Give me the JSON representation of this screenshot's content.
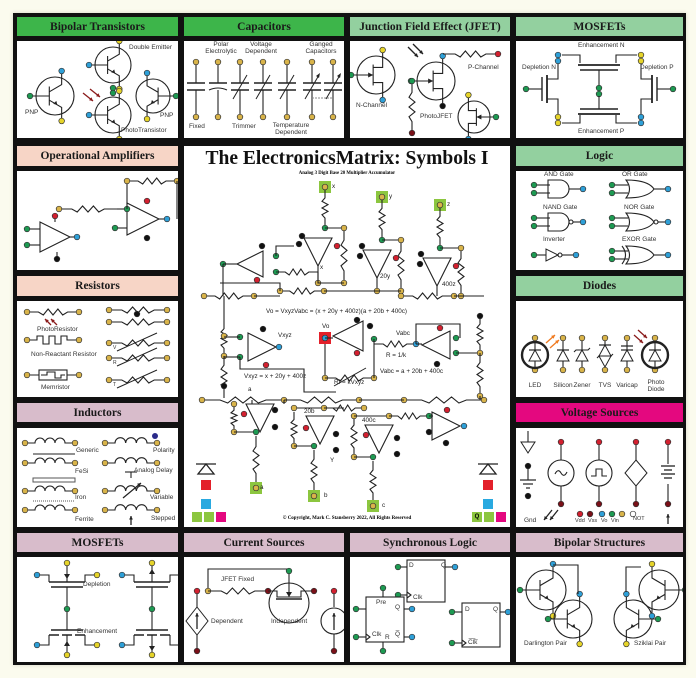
{
  "poster": {
    "title": "The ElectronicsMatrix: Symbols I",
    "subtitle": "Analog 3 Digit Base 20 Multiplier Accumulator",
    "copyright": "© Copyright, Mark C. Stansberry 2022, All Rights Reserved"
  },
  "panels": {
    "bipolar_transistors": {
      "title": "Bipolar Transistors",
      "double_emitter": "Double Emitter",
      "pnp_left": "PNP",
      "pnp_right": "PNP",
      "phototransistor": "PhotoTransistor"
    },
    "capacitors": {
      "title": "Capacitors",
      "polar": "Polar Electrolytic",
      "voltage": "Voltage Dependent",
      "ganged": "Ganged Capacitors",
      "fixed": "Fixed",
      "trimmer": "Trimmer",
      "temperature": "Temperature Dependent"
    },
    "jfet": {
      "title": "Junction Field Effect (JFET)",
      "n_channel": "N-Channel",
      "p_channel": "P-Channel",
      "photojfet": "PhotoJFET"
    },
    "mosfets_top": {
      "title": "MOSFETs",
      "enh_n": "Enhancement N",
      "enh_p": "Enhancement P",
      "dep_n": "Depletion N",
      "dep_p": "Depletion P"
    },
    "op_amps": {
      "title": "Operational Amplifiers"
    },
    "resistors": {
      "title": "Resistors",
      "photo": "PhotoResistor",
      "non_reactant": "Non-Reactant Resistor",
      "memristor": "Memristor",
      "v": "V",
      "r": "R",
      "t": "T"
    },
    "inductors": {
      "title": "Inductors",
      "generic": "Generic",
      "fesi": "FeSi",
      "iron": "Iron",
      "ferrite": "Ferrite",
      "polarity": "Polarity",
      "analog_delay": "Analog Delay",
      "variable": "Variable",
      "stepped": "Stepped"
    },
    "logic": {
      "title": "Logic",
      "and": "AND Gate",
      "or": "OR Gate",
      "nand": "NAND Gate",
      "nor": "NOR Gate",
      "inverter": "Inverter",
      "exor": "EXOR Gate"
    },
    "diodes": {
      "title": "Diodes",
      "items": [
        "LED",
        "Silicon",
        "Zener",
        "TVS",
        "Varicap",
        "Photo Diode"
      ]
    },
    "voltage_sources": {
      "title": "Voltage Sources",
      "gnd": "Gnd",
      "legend": [
        "Vdd",
        "Vss",
        "Vo",
        "Vin",
        "NOT"
      ]
    },
    "mosfets_bottom": {
      "title": "MOSFETs",
      "depletion": "Depletion",
      "enhancement": "Enhancement"
    },
    "current_sources": {
      "title": "Current Sources",
      "jfet_fixed": "JFET Fixed",
      "dependent": "Dependent",
      "independent": "Independent"
    },
    "synchronous_logic": {
      "title": "Synchronous Logic",
      "d1": "D",
      "q1": "Q",
      "clk1": "Clk",
      "pre": "Pre",
      "q2": "Q",
      "clk2": "Clk",
      "r": "R",
      "qbar": "Q̅",
      "d3": "D",
      "q3": "Q",
      "clkbar": "C̅l̅k̅"
    },
    "bipolar_structures": {
      "title": "Bipolar Structures",
      "darlington": "Darlington Pair",
      "sziklai": "Sziklai Pair"
    }
  },
  "center": {
    "in_x": "x",
    "in_y": "y",
    "in_z": "z",
    "out_x": "x",
    "out_20y": "20y",
    "out_400z": "400z",
    "eq_vo": "Vo = VxyzVabc = (x + 20y + 400z)(a + 20b + 400c)",
    "vo": "Vo",
    "vxyz": "Vxyz",
    "vabc": "Vabc",
    "r_eq": "R = 1/k",
    "rf_eq": "Rf = kVxyz",
    "vxyz_eq": "Vxyz = x + 20y + 400z",
    "vabc_eq": "Vabc = a + 20b + 400c",
    "lbl_a": "a",
    "lbl_20b": "20b",
    "lbl_400c": "400c",
    "lbl_y": "Y",
    "in_a": "a",
    "in_b": "b",
    "in_c": "c",
    "q": "Q"
  },
  "colors": {
    "frame": "#111111",
    "green_header": "#3db54a",
    "light_green_header": "#93d09f",
    "peach_header": "#f7d5c6",
    "mauve_header": "#d8bccb",
    "magenta_header": "#e4087f",
    "dot_yellow": "#e6d42a",
    "dot_tan": "#d9b44a",
    "dot_green": "#1d9a52",
    "dot_blue": "#2ea0d8",
    "dot_red": "#d3202f",
    "dot_darkred": "#7a1018",
    "dot_black": "#111111",
    "input_square": "#8cc63f",
    "square_red": "#e3202a",
    "square_blue": "#29a9e0",
    "square_magenta": "#e4087f"
  }
}
